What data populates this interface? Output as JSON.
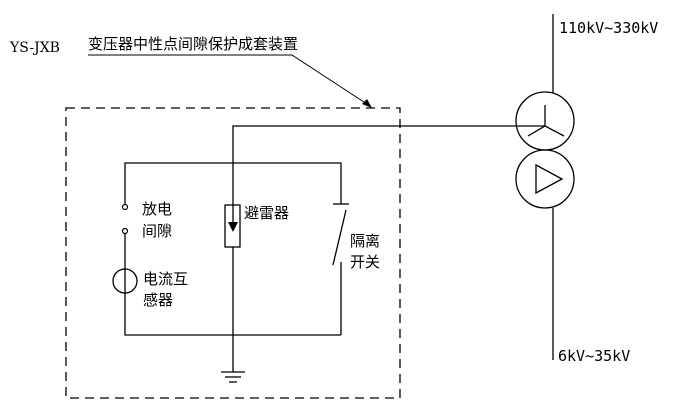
{
  "labels": {
    "model": "YS-JXB",
    "device_title": "变压器中性点间隙保护成套装置",
    "hv_voltage": "110kV~330kV",
    "lv_voltage": "6kV~35kV",
    "gap_line1": "放电",
    "gap_line2": "间隙",
    "ct_line1": "电流互",
    "ct_line2": "感器",
    "arrester": "避雷器",
    "switch_line1": "隔离",
    "switch_line2": "开关"
  }
}
